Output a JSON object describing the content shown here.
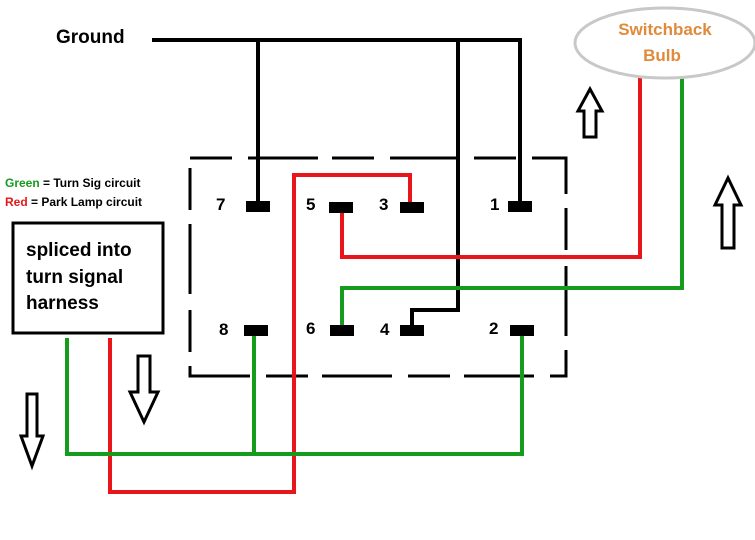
{
  "labels": {
    "ground": "Ground",
    "bulb_line1": "Switchback",
    "bulb_line2": "Bulb",
    "spliced_line1": "spliced into",
    "spliced_line2": "turn signal",
    "spliced_line3": "harness"
  },
  "legend": {
    "green_word": "Green",
    "green_rest": " = Turn Sig circuit",
    "red_word": "Red",
    "red_rest": " = Park Lamp circuit"
  },
  "pins": {
    "p7": "7",
    "p5": "5",
    "p3": "3",
    "p1": "1",
    "p8": "8",
    "p6": "6",
    "p4": "4",
    "p2": "2"
  },
  "colors": {
    "green": "#169c1c",
    "red": "#e8161b",
    "black": "#000000",
    "bulb_text": "#e08a3c",
    "bulb_border": "#c8c8c8"
  }
}
